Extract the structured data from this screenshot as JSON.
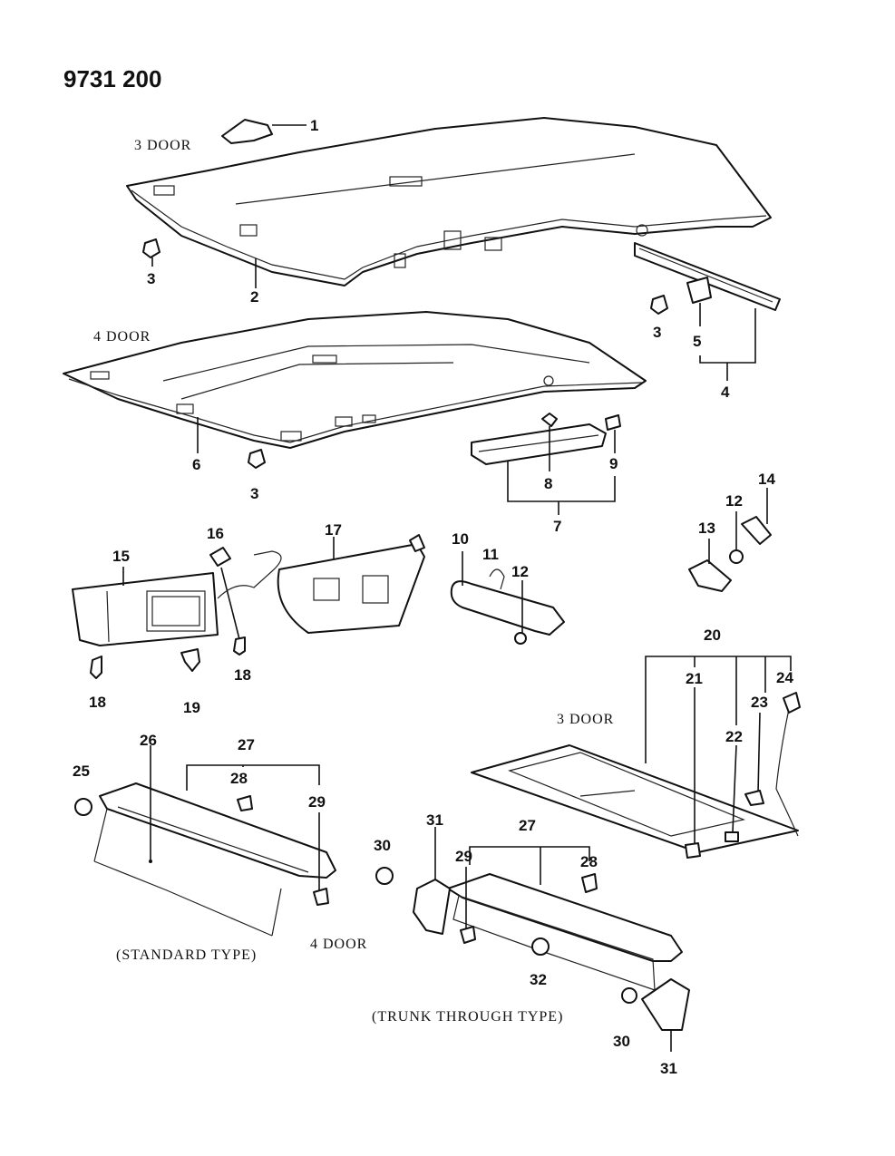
{
  "diagram_number": "9731 200",
  "captions": {
    "headlining_3door": "3 DOOR",
    "headlining_4door": "4 DOOR",
    "shelf_3door": "3 DOOR",
    "shelf_4door": "4 DOOR",
    "standard_type": "(STANDARD TYPE)",
    "trunk_through_type": "(TRUNK THROUGH TYPE)"
  },
  "callouts": {
    "c1": "1",
    "c2": "2",
    "c3a": "3",
    "c3b": "3",
    "c3c": "3",
    "c4": "4",
    "c5": "5",
    "c6": "6",
    "c7": "7",
    "c8": "8",
    "c9": "9",
    "c10": "10",
    "c11": "11",
    "c12a": "12",
    "c12b": "12",
    "c13": "13",
    "c14": "14",
    "c15": "15",
    "c16": "16",
    "c17": "17",
    "c18a": "18",
    "c18b": "18",
    "c19": "19",
    "c20": "20",
    "c21": "21",
    "c22": "22",
    "c23": "23",
    "c24": "24",
    "c25": "25",
    "c26": "26",
    "c27a": "27",
    "c27b": "27",
    "c28a": "28",
    "c28b": "28",
    "c29a": "29",
    "c29b": "29",
    "c30a": "30",
    "c30b": "30",
    "c31a": "31",
    "c31b": "31",
    "c32": "32"
  }
}
